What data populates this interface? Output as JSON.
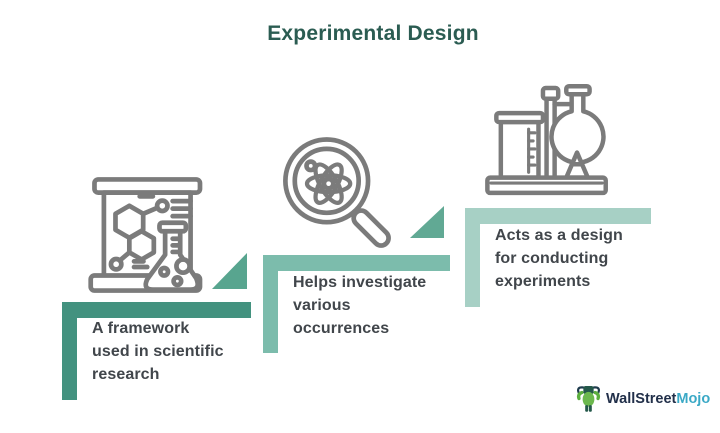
{
  "title": {
    "text": "Experimental Design",
    "color": "#2B5C52"
  },
  "text_color": "#41464B",
  "icon_stroke": "#7B7B7B",
  "steps": [
    {
      "icon": "science-board-flask-icon",
      "text": "A framework\nused in scientific\nresearch",
      "bar_color": "#43927F",
      "ramp_color": "#58A58F"
    },
    {
      "icon": "magnifier-atom-icon",
      "text": "Helps investigate\nvarious\noccurrences",
      "bar_color": "#7CBCAC",
      "ramp_color": "#61A994"
    },
    {
      "icon": "lab-equipment-icon",
      "text": "Acts as a design\nfor conducting\nexperiments",
      "bar_color": "#A7D0C5"
    }
  ],
  "logo": {
    "brand_part1": "WallStreet",
    "brand_part2": "Mojo",
    "part1_color": "#22304A",
    "part2_color": "#3BA9C6",
    "icon": "bull-mascot-icon"
  }
}
